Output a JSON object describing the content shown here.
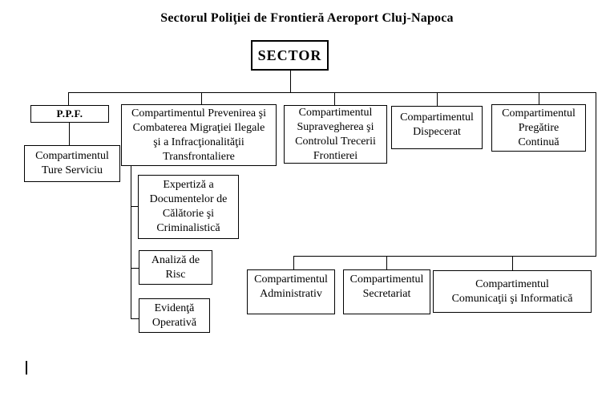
{
  "title": "Sectorul Poliţiei de Frontieră Aeroport Cluj-Napoca",
  "colors": {
    "background": "#ffffff",
    "line": "#000000",
    "text": "#000000"
  },
  "nodes": {
    "sector": {
      "label": "SECTOR"
    },
    "ppf": {
      "label": "P.P.F."
    },
    "ture_serviciu": {
      "label": "Compartimentul\nTure Serviciu"
    },
    "prevenirea": {
      "label": "Compartimentul Prevenirea şi\nCombaterea Migraţiei Ilegale\nşi a Infracţionalităţii\nTransfrontaliere"
    },
    "supravegherea": {
      "label": "Compartimentul\nSupravegherea şi\nControlul Trecerii\nFrontierei"
    },
    "dispecerat": {
      "label": "Compartimentul\nDispecerat"
    },
    "pregatire": {
      "label": "Compartimentul\nPregătire\nContinuă"
    },
    "expertiza": {
      "label": "Expertiză a\nDocumentelor de\nCălătorie şi\nCriminalistică"
    },
    "analiza": {
      "label": "Analiză de\nRisc"
    },
    "evidenta": {
      "label": "Evidenţă\nOperativă"
    },
    "administrativ": {
      "label": "Compartimentul\nAdministrativ"
    },
    "secretariat": {
      "label": "Compartimentul\nSecretariat"
    },
    "comunicatii": {
      "label": "Compartimentul\nComunicaţii şi Informatică"
    }
  },
  "hierarchy_edges": [
    [
      "sector",
      "ppf"
    ],
    [
      "sector",
      "prevenirea"
    ],
    [
      "sector",
      "supravegherea"
    ],
    [
      "sector",
      "dispecerat"
    ],
    [
      "sector",
      "pregatire"
    ],
    [
      "sector",
      "administrativ"
    ],
    [
      "sector",
      "secretariat"
    ],
    [
      "sector",
      "comunicatii"
    ],
    [
      "ppf",
      "ture_serviciu"
    ],
    [
      "prevenirea",
      "expertiza"
    ],
    [
      "prevenirea",
      "analiza"
    ],
    [
      "prevenirea",
      "evidenta"
    ]
  ]
}
